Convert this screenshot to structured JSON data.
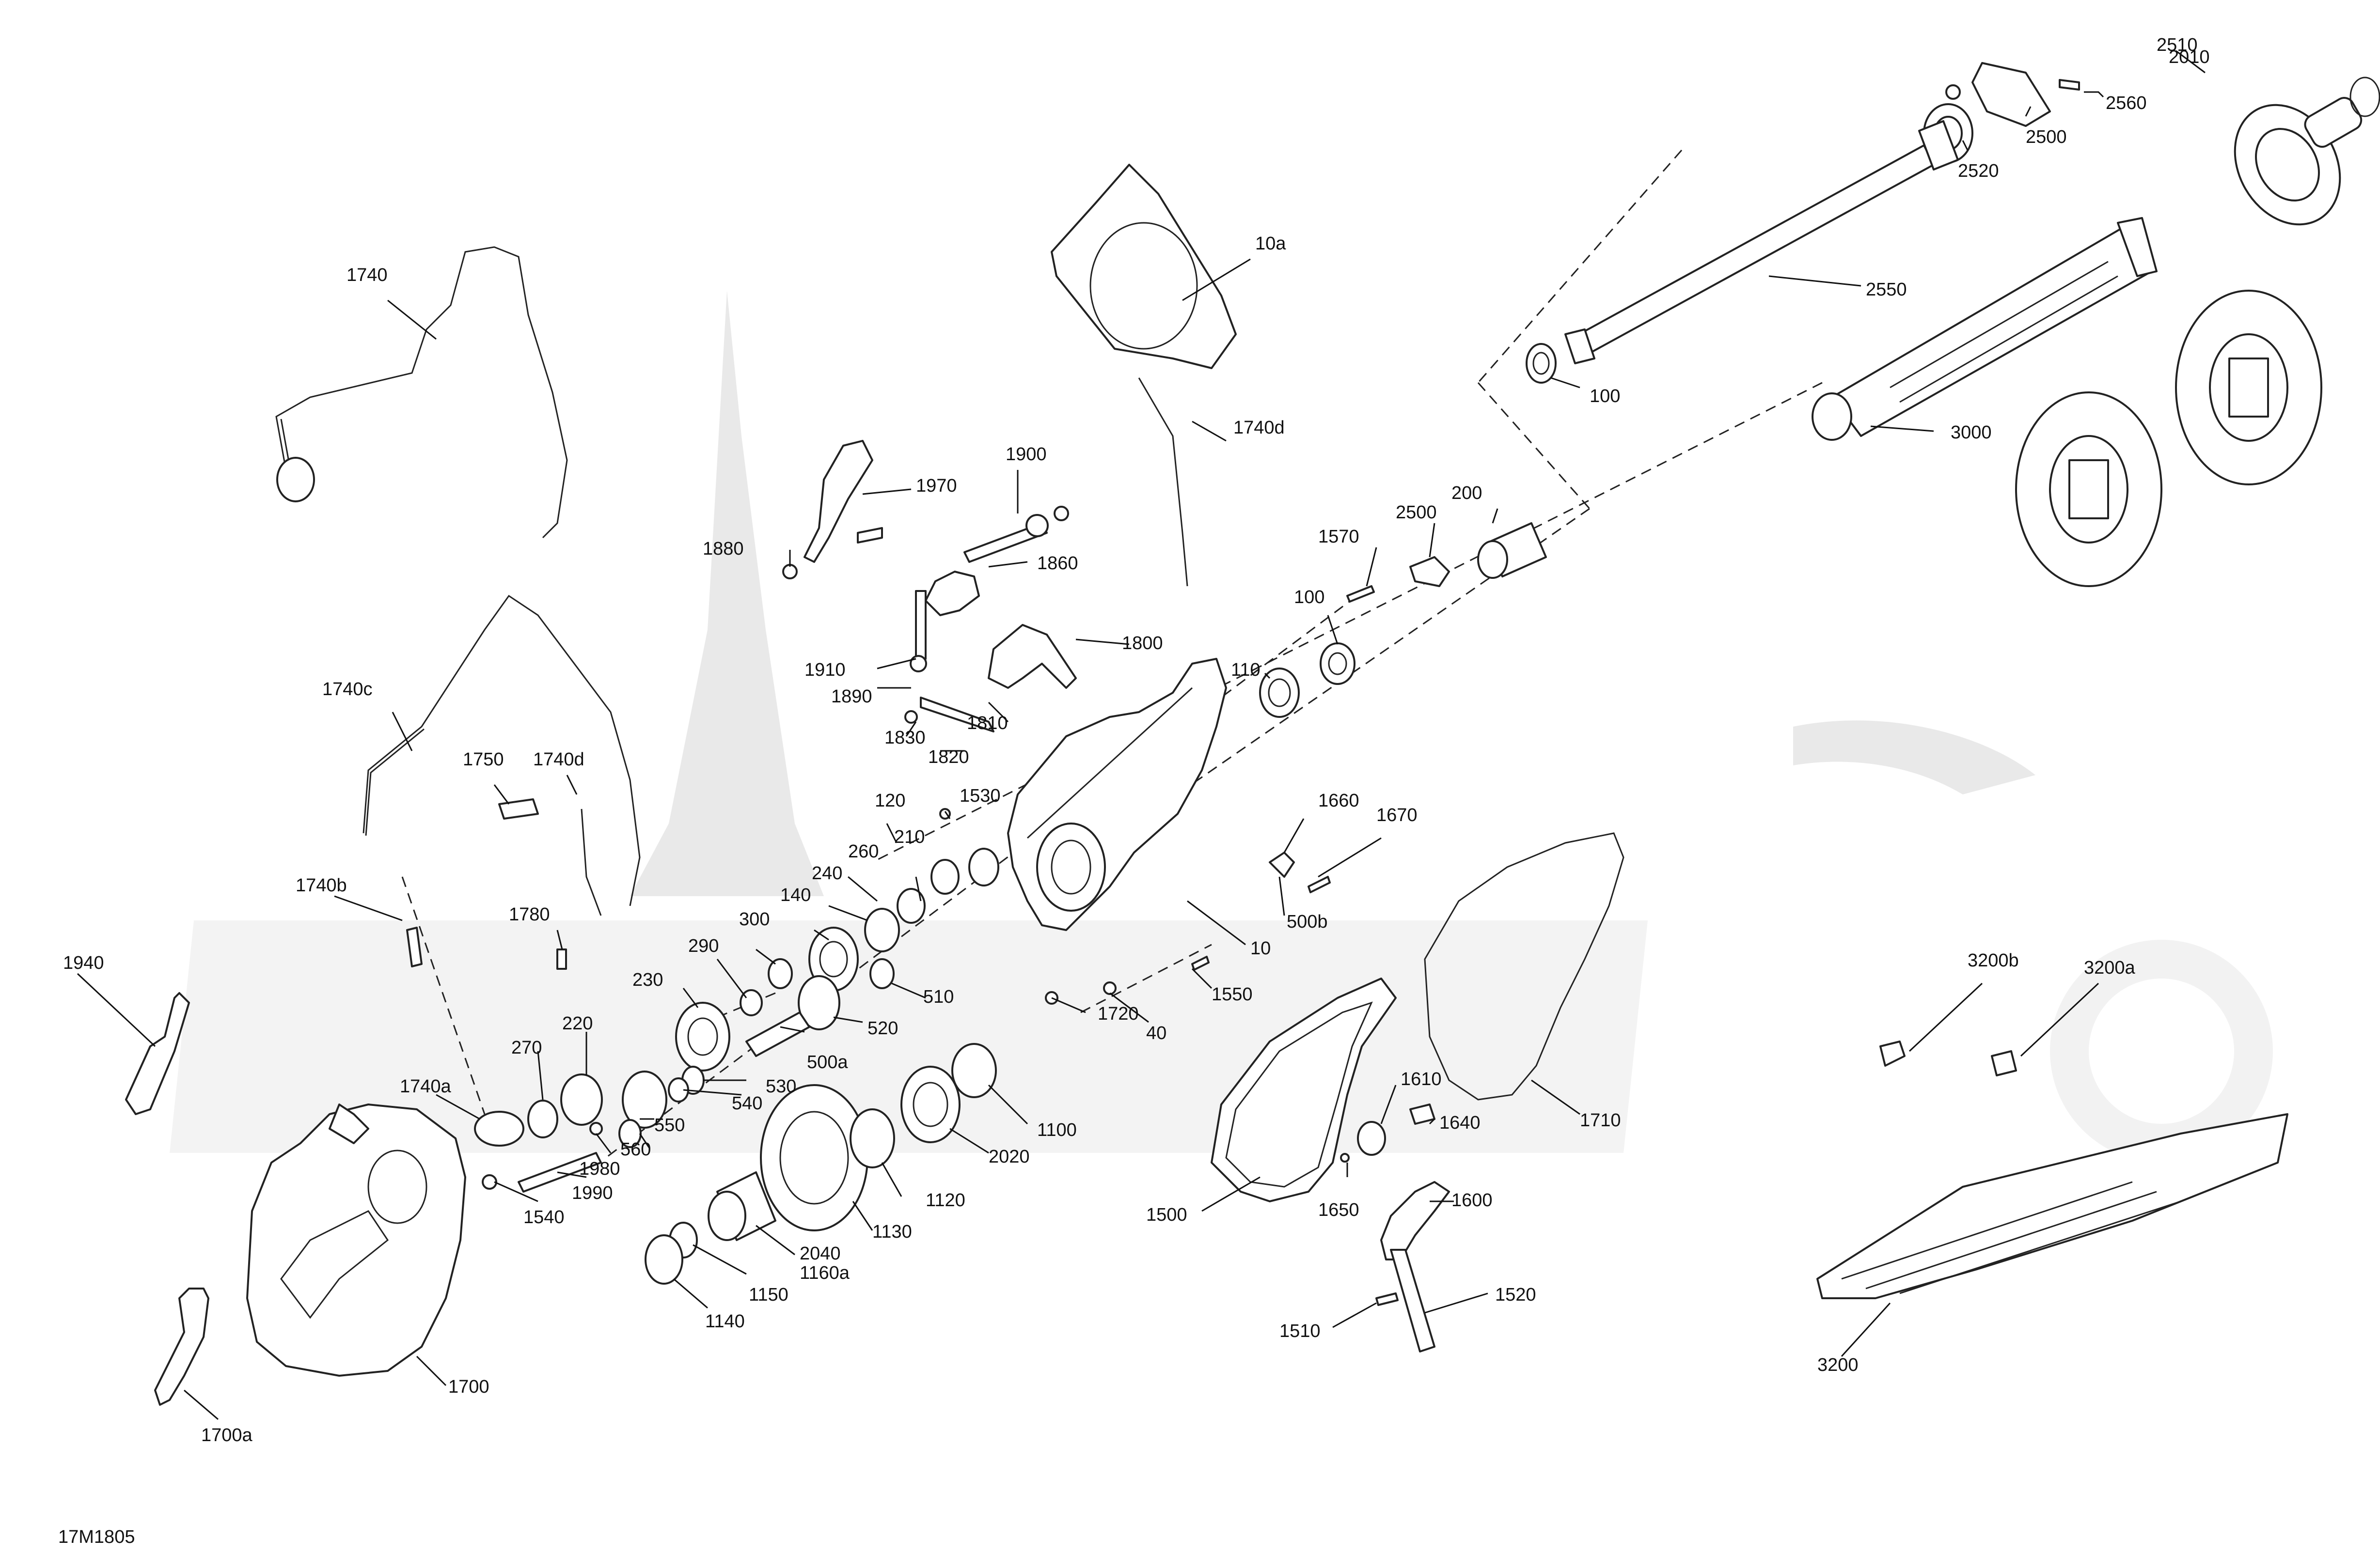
{
  "diagram_code": "17M1805",
  "colors": {
    "line": "#222222",
    "watermark": "#e9e9e9",
    "background": "#ffffff"
  },
  "callouts": {
    "c2510": "2510",
    "c2560": "2560",
    "c2010": "2010",
    "c2500a": "2500",
    "c2520": "2520",
    "c2550": "2550",
    "c10a": "10a",
    "c1740": "1740",
    "c1740d_top": "1740d",
    "c100a": "100",
    "c3000": "3000",
    "c1900": "1900",
    "c1970": "1970",
    "c200": "200",
    "c1880": "1880",
    "c1860": "1860",
    "c1570": "1570",
    "c2500b": "2500",
    "c100b": "100",
    "c110": "110",
    "c1800": "1800",
    "c1910": "1910",
    "c1890": "1890",
    "c1740c": "1740c",
    "c1810": "1810",
    "c1830": "1830",
    "c1820": "1820",
    "c1750": "1750",
    "c1740d": "1740d",
    "c120": "120",
    "c1530": "1530",
    "c1660": "1660",
    "c1670": "1670",
    "c260": "260",
    "c210": "210",
    "c240": "240",
    "c1740b": "1740b",
    "c140": "140",
    "c500b": "500b",
    "c300": "300",
    "c1780": "1780",
    "c10": "10",
    "c290": "290",
    "c510": "510",
    "c1940": "1940",
    "c230": "230",
    "c1550": "1550",
    "c3200b": "3200b",
    "c3200a": "3200a",
    "c520": "520",
    "c220": "220",
    "c500a": "500a",
    "c1720": "1720",
    "c40": "40",
    "c270": "270",
    "c530": "530",
    "c1740a": "1740a",
    "c540": "540",
    "c1610": "1610",
    "c1100": "1100",
    "c550": "550",
    "c1640": "1640",
    "c1710": "1710",
    "c560": "560",
    "c1980": "1980",
    "c2020": "2020",
    "c1990": "1990",
    "c1540": "1540",
    "c1120": "1120",
    "c1600": "1600",
    "c1500": "1500",
    "c1650": "1650",
    "c1130": "1130",
    "c2040": "2040",
    "c1160a": "1160a",
    "c1150": "1150",
    "c1520": "1520",
    "c1140": "1140",
    "c1510": "1510",
    "c1700": "1700",
    "c3200": "3200",
    "c1700a": "1700a"
  }
}
